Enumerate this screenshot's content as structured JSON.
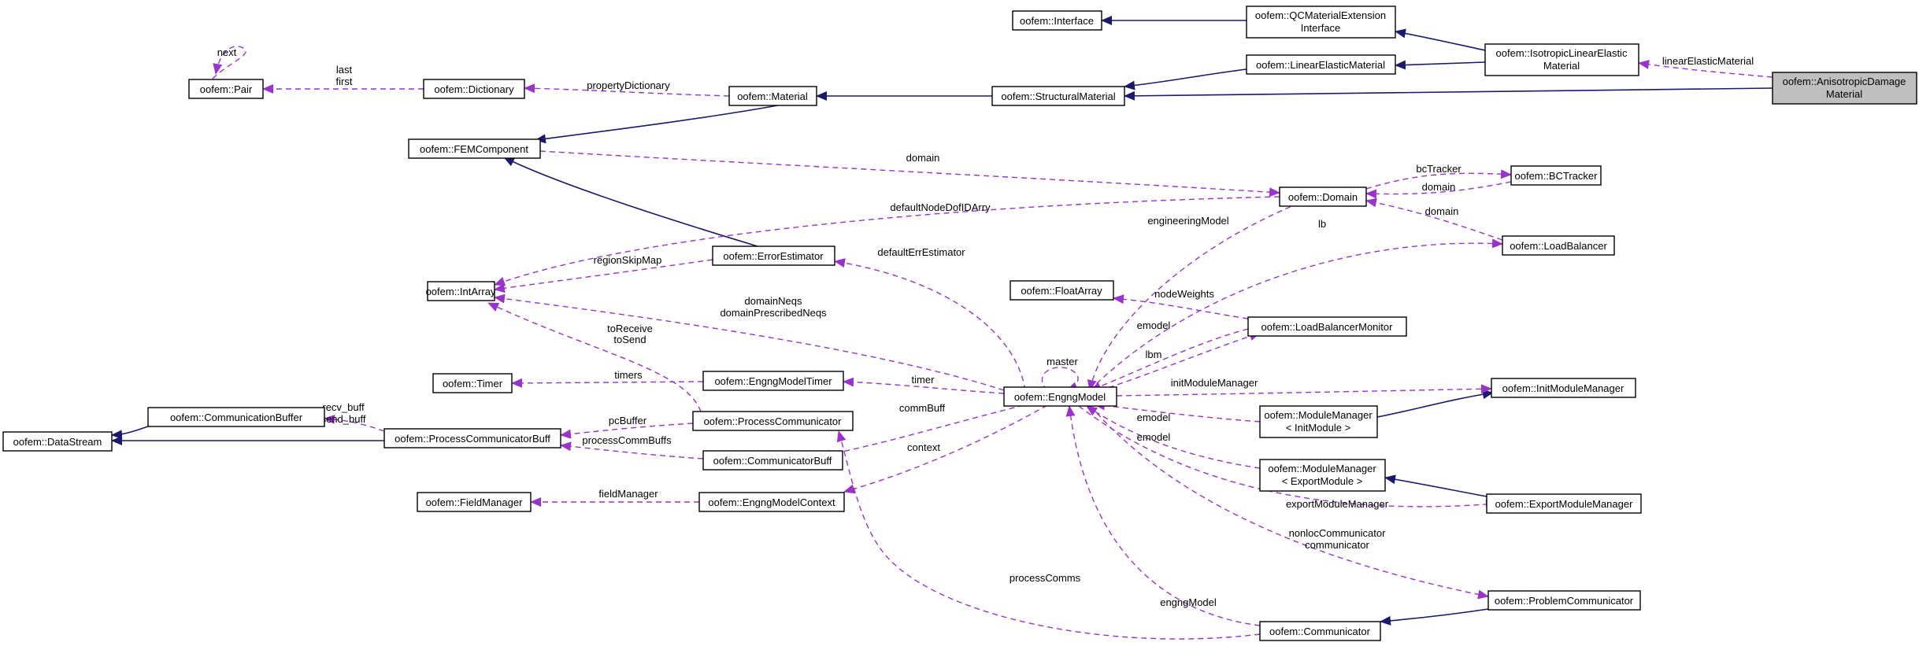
{
  "diagram": {
    "nodes": {
      "interface": "oofem::Interface",
      "qcext": [
        "oofem::QCMaterialExtension",
        "Interface"
      ],
      "isolin": [
        "oofem::IsotropicLinearElastic",
        "Material"
      ],
      "aniso": [
        "oofem::AnisotropicDamage",
        "Material"
      ],
      "linelastic": "oofem::LinearElasticMaterial",
      "structural": "oofem::StructuralMaterial",
      "material": "oofem::Material",
      "dictionary": "oofem::Dictionary",
      "pair": "oofem::Pair",
      "femcomp": "oofem::FEMComponent",
      "domain": "oofem::Domain",
      "bctracker": "oofem::BCTracker",
      "loadbalancer": "oofem::LoadBalancer",
      "intarray": "oofem::IntArray",
      "errest": "oofem::ErrorEstimator",
      "floatarray": "oofem::FloatArray",
      "lbmonitor": "oofem::LoadBalancerMonitor",
      "timer": "oofem::Timer",
      "enmodeltimer": "oofem::EngngModelTimer",
      "engngmodel": "oofem::EngngModel",
      "initmm": "oofem::InitModuleManager",
      "commbuffer": "oofem::CommunicationBuffer",
      "datastream": "oofem::DataStream",
      "pcbuff": "oofem::ProcessCommunicatorBuff",
      "proccomm": "oofem::ProcessCommunicator",
      "commbuff": "oofem::CommunicatorBuff",
      "mm_init": [
        "oofem::ModuleManager",
        "< InitModule >"
      ],
      "mm_export": [
        "oofem::ModuleManager",
        "< ExportModule >"
      ],
      "exportmm": "oofem::ExportModuleManager",
      "fieldmanager": "oofem::FieldManager",
      "emcontext": "oofem::EngngModelContext",
      "probcomm": "oofem::ProblemCommunicator",
      "communicator": "oofem::Communicator"
    },
    "edge_labels": {
      "next": "next",
      "last_first": [
        "last",
        "first"
      ],
      "propertyDictionary": "propertyDictionary",
      "linearElasticMaterial": "linearElasticMaterial",
      "domain_fem": "domain",
      "bcTracker": "bcTracker",
      "domain_bc": "domain",
      "domain_lb": "domain",
      "defaultNodeDofIDArry": "defaultNodeDofIDArry",
      "engineeringModel": "engineeringModel",
      "lb": "lb",
      "regionSkipMap": "regionSkipMap",
      "defaultErrEstimator": "defaultErrEstimator",
      "nodeWeights": "nodeWeights",
      "domainNeqs": [
        "domainNeqs",
        "domainPrescribedNeqs"
      ],
      "toReceive": [
        "toReceive",
        "toSend"
      ],
      "emodel_lbm": "emodel",
      "master": "master",
      "lbm": "lbm",
      "timers": "timers",
      "timer": "timer",
      "initModuleManager": "initModuleManager",
      "recv_send": [
        "recv_buff",
        "send_buff"
      ],
      "pcBuffer": "pcBuffer",
      "commBuff": "commBuff",
      "emodel_mmi": "emodel",
      "emodel_mme": "emodel",
      "processCommBuffs": "processCommBuffs",
      "context": "context",
      "fieldManager": "fieldManager",
      "exportModuleManager": "exportModuleManager",
      "nonloc": [
        "nonlocCommunicator",
        "communicator"
      ],
      "processComms": "processComms",
      "engngModel": "engngModel"
    },
    "colors": {
      "inheritance": "#191970",
      "usage": "#9a32cd",
      "focus_fill": "#bfbfbf"
    }
  }
}
